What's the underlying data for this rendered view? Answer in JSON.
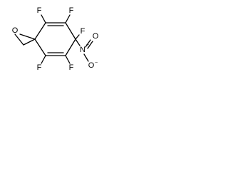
{
  "structure": {
    "atoms": {
      "oxygen_epoxide": "O",
      "fluorine_top_left": "F",
      "fluorine_top_right": "F",
      "fluorine_quaternary": "F",
      "fluorine_bottom_left": "F",
      "fluorine_bottom_right": "F",
      "nitro_nitrogen": "N",
      "nitro_oxygen_upper": "O",
      "nitro_oxygen_lower": "O"
    },
    "charges": {
      "nitrogen": "+",
      "oxygen_lower": "−"
    }
  }
}
